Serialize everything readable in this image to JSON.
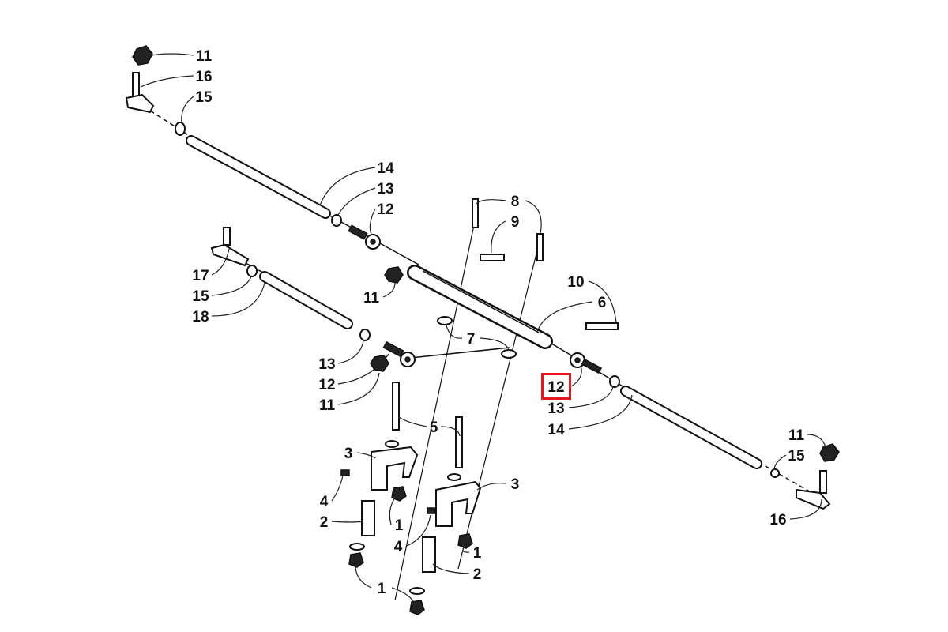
{
  "diagram": {
    "highlighted_callout": "12",
    "highlight_color": "#e01b1b",
    "callouts": [
      {
        "id": "c1",
        "text": "11"
      },
      {
        "id": "c2",
        "text": "16"
      },
      {
        "id": "c3",
        "text": "15"
      },
      {
        "id": "c4",
        "text": "14"
      },
      {
        "id": "c5",
        "text": "13"
      },
      {
        "id": "c6",
        "text": "12"
      },
      {
        "id": "c7",
        "text": "8"
      },
      {
        "id": "c8",
        "text": "9"
      },
      {
        "id": "c9",
        "text": "10"
      },
      {
        "id": "c10",
        "text": "6"
      },
      {
        "id": "c11",
        "text": "11"
      },
      {
        "id": "c12",
        "text": "17"
      },
      {
        "id": "c13",
        "text": "15"
      },
      {
        "id": "c14",
        "text": "18"
      },
      {
        "id": "c15",
        "text": "7"
      },
      {
        "id": "c16",
        "text": "13"
      },
      {
        "id": "c17",
        "text": "12"
      },
      {
        "id": "c18",
        "text": "11"
      },
      {
        "id": "c19",
        "text": "12"
      },
      {
        "id": "c20",
        "text": "13"
      },
      {
        "id": "c21",
        "text": "14"
      },
      {
        "id": "c22",
        "text": "5"
      },
      {
        "id": "c23",
        "text": "3"
      },
      {
        "id": "c24",
        "text": "3"
      },
      {
        "id": "c25",
        "text": "4"
      },
      {
        "id": "c26",
        "text": "2"
      },
      {
        "id": "c27",
        "text": "1"
      },
      {
        "id": "c28",
        "text": "4"
      },
      {
        "id": "c29",
        "text": "1"
      },
      {
        "id": "c30",
        "text": "2"
      },
      {
        "id": "c31",
        "text": "1"
      },
      {
        "id": "c32",
        "text": "11"
      },
      {
        "id": "c33",
        "text": "15"
      },
      {
        "id": "c34",
        "text": "16"
      }
    ]
  }
}
